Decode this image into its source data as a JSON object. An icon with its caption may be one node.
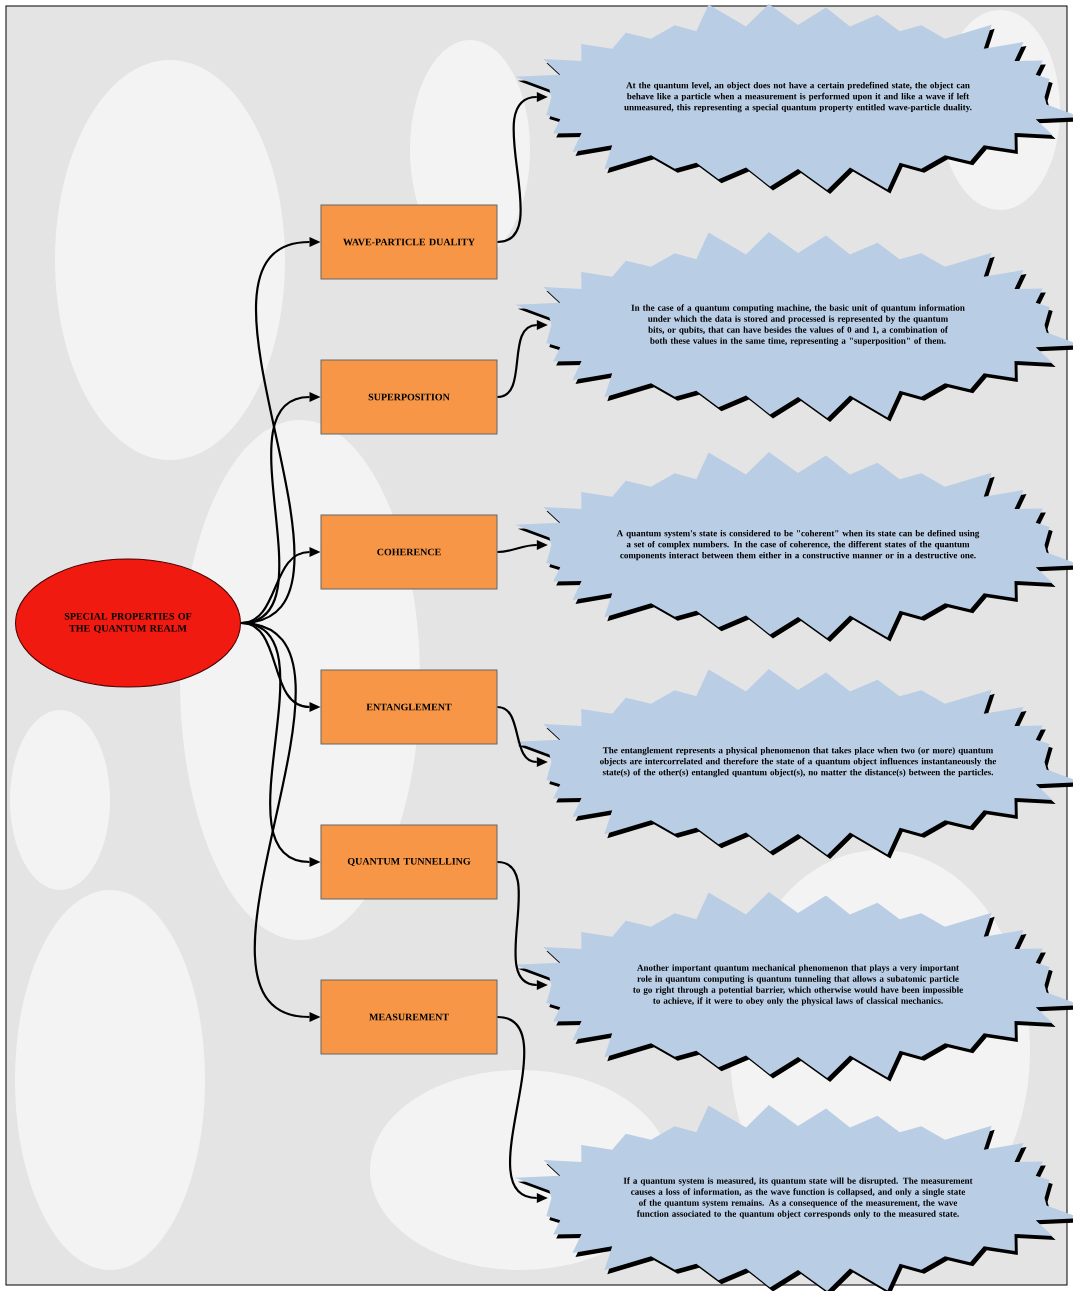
{
  "diagram": {
    "nodes": [
      {
        "text": [
          "SPECIAL PROPERTIES OF THE QUANTUM REALM"
        ]
      },
      {
        "text": [
          "WAVE-PARTICLE DUALITY"
        ]
      },
      {
        "text": [
          "SUPERPOSITION"
        ]
      },
      {
        "text": [
          "COHERENCE"
        ]
      },
      {
        "text": [
          "ENTANGLEMENT"
        ]
      },
      {
        "text": [
          "QUANTUM TUNNELLING"
        ]
      },
      {
        "text": [
          "MEASUREMENT"
        ]
      },
      {
        "text": [
          "At the quantum level, an object does not have a certain predefined state, the object can behave like a particle when a measurement is performed upon it and like a wave if left unmeasured, this representing a special quantum property entitled wave-particle duality."
        ]
      },
      {
        "text": [
          "In the case of a quantum computing machine, the basic unit of quantum information under which the data is stored and processed is represented by the quantum bits, or qubits, that can have besides the values of 0 and 1, a combination of both these values in the same time, representing a \"superposition\" of them."
        ]
      },
      {
        "text": [
          "A quantum system's state is considered to be \"coherent\" when its state can be defined using a set of complex numbers. In the case of coherence, the different states of the quantum components interact between them either in a constructive manner or in a destructive one."
        ]
      },
      {
        "text": [
          "The entanglement represents a physical phenomenon that takes place when two (or more) quantum objects are intercorrelated and therefore the state of a quantum object influences instantaneously the state(s) of the other(s) entangled quantum object(s), no matter the distance(s) between the particles."
        ]
      },
      {
        "text": [
          "Another important quantum mechanical phenomenon that plays a very important role in quantum computing is quantum tunneling that allows a subatomic particle to go right through a potential barrier, which otherwise would have been impossible to achieve, if it were to obey only the physical laws of classical mechanics."
        ]
      },
      {
        "text": [
          "If a quantum system is measured, its quantum state will be disrupted. The measurement causes a loss of information, as the wave function is collapsed, and only a single state of the quantum system remains. As a consequence of the measurement, the wave function associated to the quantum object corresponds only to the measured state."
        ]
      }
    ],
    "edges": [
      {
        "from": 0,
        "to": 1,
        "arrow": "to"
      },
      {
        "from": 0,
        "to": 2,
        "arrow": "to"
      },
      {
        "from": 0,
        "to": 3,
        "arrow": "to"
      },
      {
        "from": 0,
        "to": 4,
        "arrow": "to"
      },
      {
        "from": 0,
        "to": 5,
        "arrow": "to"
      },
      {
        "from": 0,
        "to": 6,
        "arrow": "to"
      },
      {
        "from": 1,
        "to": 7,
        "arrow": "to"
      },
      {
        "from": 2,
        "to": 8,
        "arrow": "to"
      },
      {
        "from": 3,
        "to": 9,
        "arrow": "to"
      },
      {
        "from": 4,
        "to": 10,
        "arrow": "to"
      },
      {
        "from": 5,
        "to": 11,
        "arrow": "to"
      },
      {
        "from": 6,
        "to": 12,
        "arrow": "to"
      }
    ]
  }
}
